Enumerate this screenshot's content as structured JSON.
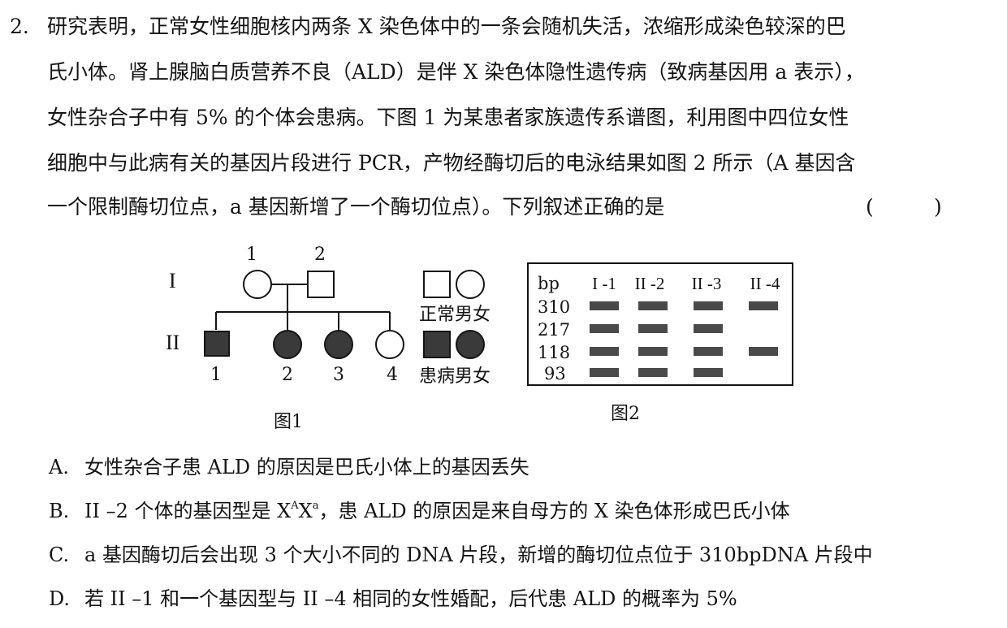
{
  "question": {
    "number": "2.",
    "lines": [
      "研究表明，正常女性细胞核内两条 X 染色体中的一条会随机失活，浓缩形成染色较深的巴",
      "氏小体。肾上腺脑白质营养不良（ALD）是伴 X 染色体隐性遗传病（致病基因用 a 表示），",
      "女性杂合子中有 5% 的个体会患病。下图 1 为某患者家族遗传系谱图，利用图中四位女性",
      "细胞中与此病有关的基因片段进行 PCR，产物经酶切后的电泳结果如图 2 所示（A 基因含",
      "一个限制酶切位点，a 基因新增了一个酶切位点）。下列叙述正确的是"
    ],
    "paren_open": "(",
    "paren_close": ")"
  },
  "figure1": {
    "caption": "图1",
    "generations": [
      "I",
      "II"
    ],
    "gen1_numbers": [
      "1",
      "2"
    ],
    "gen2_numbers": [
      "1",
      "2",
      "3",
      "4"
    ],
    "legend": {
      "normal_label": "正常男女",
      "affected_label": "患病男女"
    }
  },
  "figure2": {
    "caption": "图2",
    "bp_header": "bp",
    "lanes": [
      "I -1",
      "II -2",
      "II -3",
      "II -4"
    ],
    "sizes": [
      "310",
      "217",
      "118",
      "93"
    ],
    "bands_present": [
      [
        true,
        true,
        true,
        true
      ],
      [
        true,
        true,
        true,
        false
      ],
      [
        true,
        true,
        true,
        true
      ],
      [
        true,
        true,
        true,
        false
      ]
    ]
  },
  "options": [
    {
      "letter": "A.",
      "text": "女性杂合子患 ALD 的原因是巴氏小体上的基因丢失"
    },
    {
      "letter": "B.",
      "pre": "II –2 个体的基因型是 X",
      "sup1": "A",
      "mid": "X",
      "sup2": "a",
      "post": "，患 ALD 的原因是来自母方的 X 染色体形成巴氏小体"
    },
    {
      "letter": "C.",
      "text": "a 基因酶切后会出现 3 个大小不同的 DNA 片段，新增的酶切位点位于 310bpDNA 片段中"
    },
    {
      "letter": "D.",
      "text": "若 II –1 和一个基因型与 II –4 相同的女性婚配，后代患 ALD 的概率为 5%"
    }
  ],
  "colors": {
    "ink": "#141414",
    "affected_fill": "#3a3a3a",
    "band": "#4a4a4a"
  }
}
